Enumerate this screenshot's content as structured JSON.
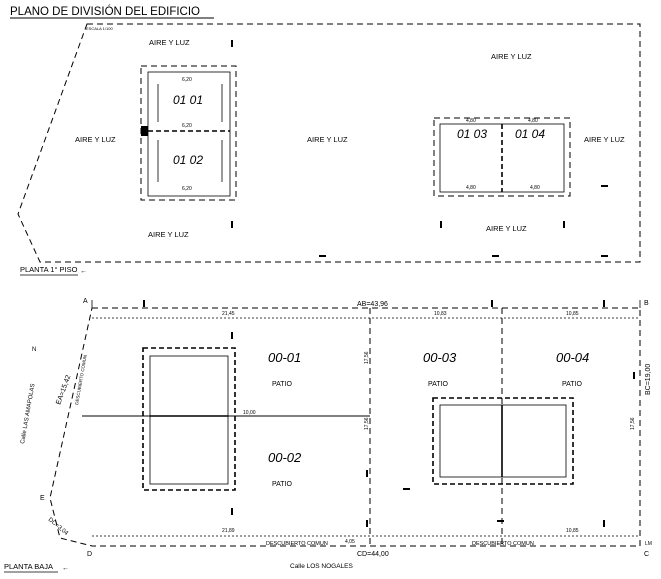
{
  "title": "PLANO DE DIVISIÓN DEL EDIFICIO",
  "scale": "ESCALA 1/100",
  "upper": {
    "label": "PLANTA 1° PISO",
    "aire_y_luz": "AIRE Y LUZ",
    "units": [
      "01 01",
      "01 02",
      "01 03",
      "01 04"
    ],
    "dims": {
      "d620a": "6,20",
      "d620b": "6,20",
      "d620c": "6,20",
      "d480a": "4,80",
      "d480b": "4,80",
      "d480c": "4,80",
      "d480d": "4,80"
    }
  },
  "lower": {
    "label": "PLANTA BAJA",
    "units": [
      "00-01",
      "00-02",
      "00-03",
      "00-04"
    ],
    "patio": "PATIO",
    "street_left": "Calle LAS AMAPOLAS",
    "street_bottom": "Calle LOS NOGALES",
    "dim_ab": "AB=43,96",
    "dim_cd": "CD=44,00",
    "dim_bc": "BC=19,00",
    "dim_ea": "EA=15,42",
    "dim_dc": "DC=3,04",
    "descubierto_comun": "DESCUBIERTO COMUN",
    "corners": {
      "a": "A",
      "b": "B",
      "c": "C",
      "d": "D",
      "e": "E"
    },
    "north": "N",
    "dims": {
      "top1": "21,45",
      "top2": "10,83",
      "top3": "10,85",
      "bot1": "21,89",
      "bot2": "10,85",
      "bot3": "4,05",
      "side1": "17,56",
      "side2": "17,56",
      "side3": "17,56",
      "mid1": "10,00",
      "lm": "LM"
    }
  }
}
